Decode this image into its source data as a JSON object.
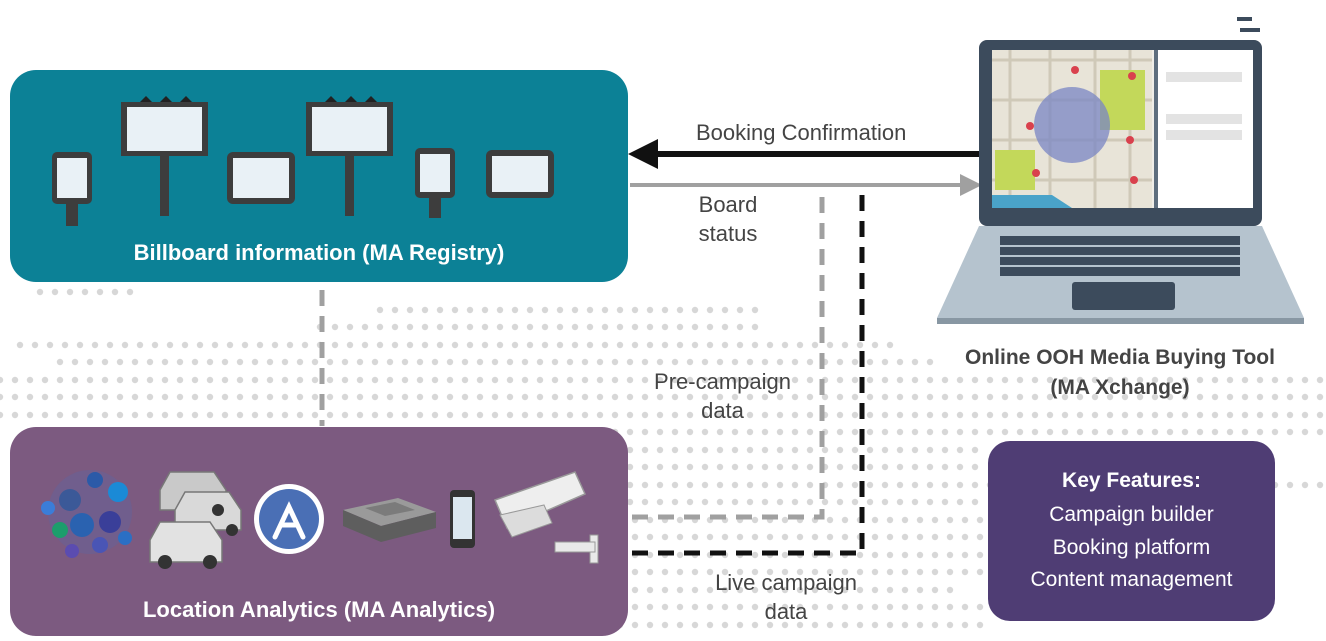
{
  "registry": {
    "title": "Billboard information (MA Registry)"
  },
  "analytics": {
    "title": "Location Analytics (MA Analytics)"
  },
  "tool": {
    "title_line1": "Online OOH Media Buying Tool",
    "title_line2": "(MA Xchange)"
  },
  "arrows": {
    "booking_confirmation": "Booking Confirmation",
    "board_status_line1": "Board",
    "board_status_line2": "status",
    "pre_campaign_line1": "Pre-campaign",
    "pre_campaign_line2": "data",
    "live_campaign_line1": "Live campaign",
    "live_campaign_line2": "data"
  },
  "features": {
    "heading": "Key Features:",
    "items": [
      "Campaign builder",
      "Booking platform",
      "Content management"
    ]
  },
  "colors": {
    "registry": "#0c8196",
    "analytics": "#7c5a80",
    "features": "#4f3d74",
    "dots": "#d7d7d7",
    "dark_line": "#111111",
    "grey_line": "#a0a0a0"
  },
  "icons": [
    "billboard-icon",
    "social-media-cloud-icon",
    "cars-icon",
    "app-store-icon",
    "gps-device-icon",
    "smartphone-icon",
    "cctv-camera-icon",
    "laptop-map-icon",
    "menu-icon"
  ]
}
